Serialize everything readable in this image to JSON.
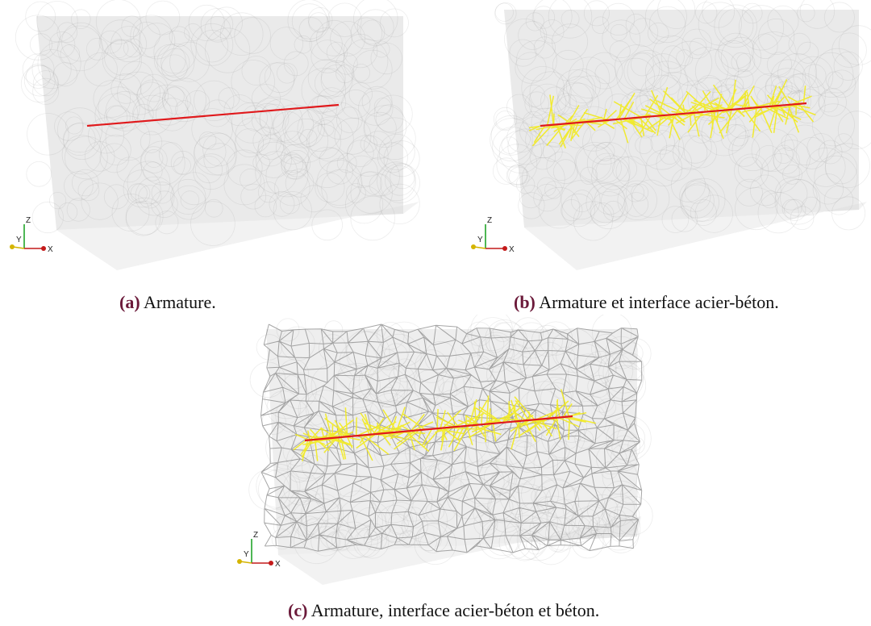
{
  "figure": {
    "panels": [
      {
        "id": "a",
        "tag": "(a)",
        "caption": "Armature.",
        "layers": [
          "rebar"
        ]
      },
      {
        "id": "b",
        "tag": "(b)",
        "caption": "Armature et interface acier-béton.",
        "layers": [
          "rebar",
          "interface"
        ]
      },
      {
        "id": "c",
        "tag": "(c)",
        "caption": "Armature, interface acier-béton et béton.",
        "layers": [
          "rebar",
          "interface",
          "concrete"
        ]
      }
    ],
    "axes_triad": {
      "x": "X",
      "y": "Y",
      "z": "Z"
    },
    "colors": {
      "rebar": "#e0191c",
      "interface": "#f2ea1d",
      "concrete_mesh": "#8a8a8a",
      "background_volume": "#d9d9d9",
      "caption_tag": "#6b1a3a",
      "axis_x": "#c41a1a",
      "axis_y": "#d4b400",
      "axis_z": "#22a52a"
    }
  }
}
